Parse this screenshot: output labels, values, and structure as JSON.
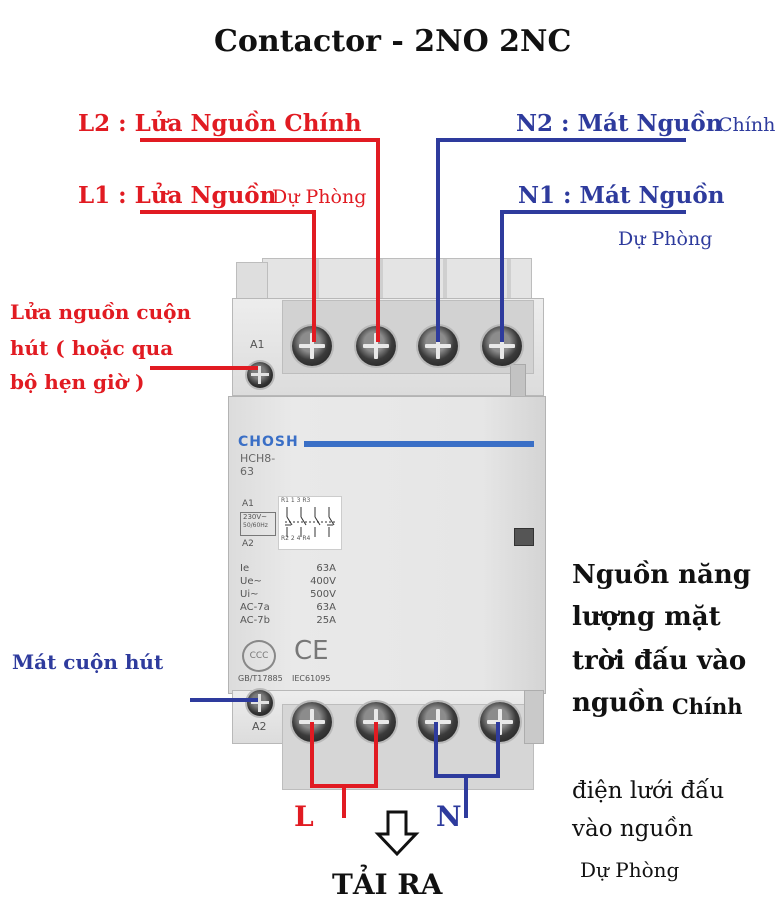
{
  "title": "Contactor - 2NO  2NC",
  "labels": {
    "l2": "L2 :  Lửa Nguồn Chính",
    "l1_a": "L1 :  Lửa Nguồn",
    "l1_b": "Dự Phòng",
    "n2_a": "N2 :  Mát Nguồn",
    "n2_b": "Chính",
    "n1_a": "N1 :  Mát Nguồn",
    "n1_b": "Dự Phòng",
    "coil_live_1": "Lửa nguồn cuộn",
    "coil_live_2": "hút ( hoặc qua",
    "coil_live_3": "bộ hẹn giờ )",
    "coil_neutral": "Mát cuộn hút",
    "solar_1": "Nguồn năng",
    "solar_2": "lượng mặt",
    "solar_3": "trời đấu vào",
    "solar_4a": "nguồn",
    "solar_4b": "Chính",
    "grid_1": "điện lưới đấu",
    "grid_2": "vào nguồn",
    "grid_3": "Dự Phòng",
    "out_l": "L",
    "out_n": "N",
    "output": "TẢI RA"
  },
  "device": {
    "brand": "CHOSH",
    "model": "HCH8-63",
    "terminal_a1": "A1",
    "terminal_a2": "A2",
    "schematic": {
      "a1": "A1",
      "a2": "A2",
      "coil_v1": "230V~",
      "coil_v2": "50/60Hz",
      "top_nums": "R1   1   3   R3",
      "bottom_nums": "R2   2   4   R4"
    },
    "specs": [
      {
        "k": "Ie",
        "v": "63A"
      },
      {
        "k": "Ue~",
        "v": "400V"
      },
      {
        "k": "Ui~",
        "v": "500V"
      },
      {
        "k": "AC-7a",
        "v": "63A"
      },
      {
        "k": "AC-7b",
        "v": "25A"
      }
    ],
    "cert_ccc": "CCC",
    "cert_ce": "CE",
    "std_gb": "GB/T17885",
    "std_iec": "IEC61095"
  },
  "colors": {
    "live": "#e11b22",
    "neutral": "#2e3b9d",
    "brand_blue": "#3a6fc6"
  }
}
